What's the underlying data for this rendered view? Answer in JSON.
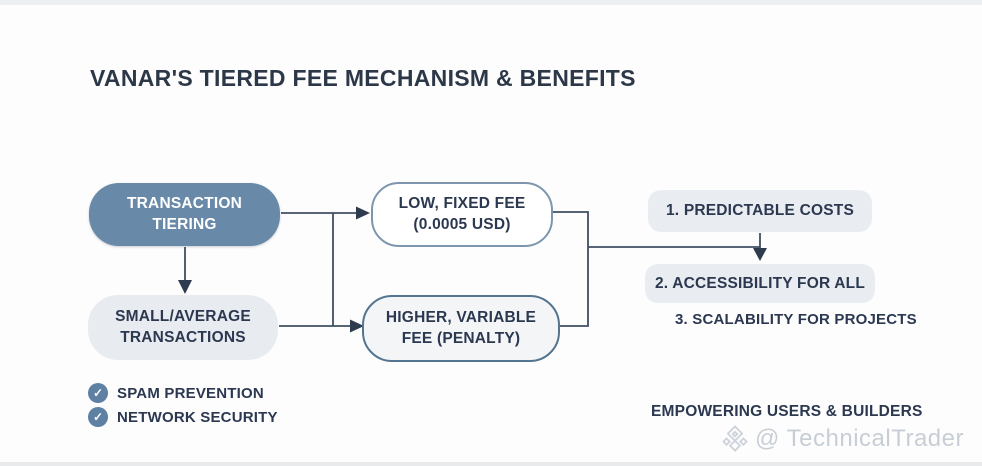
{
  "title": "VANAR'S TIERED FEE MECHANISM & BENEFITS",
  "flow": {
    "tiering": "TRANSACTION\nTIERING",
    "small_avg": "SMALL/AVERAGE\nTRANSACTIONS",
    "low_fee": "LOW, FIXED FEE\n(0.0005 USD)",
    "higher_fee": "HIGHER, VARIABLE\nFEE (PENALTY)"
  },
  "benefits": [
    "1. PREDICTABLE COSTS",
    "2. ACCESSIBILITY FOR ALL",
    "3. SCALABILITY FOR PROJECTS"
  ],
  "checklist": [
    "SPAM PREVENTION",
    "NETWORK SECURITY"
  ],
  "check_glyph": "✓",
  "footer_tagline": "EMPOWERING USERS & BUILDERS",
  "watermark_text": "@ TechnicalTrader",
  "colors": {
    "tiering_fill": "#6889a7",
    "fee_border": "#54748f",
    "light_box": "#e9edf1",
    "text_navy": "#2b3850",
    "connector": "#3f4f63",
    "check_circle": "#5d80a3",
    "watermark": "#c8ced6"
  }
}
